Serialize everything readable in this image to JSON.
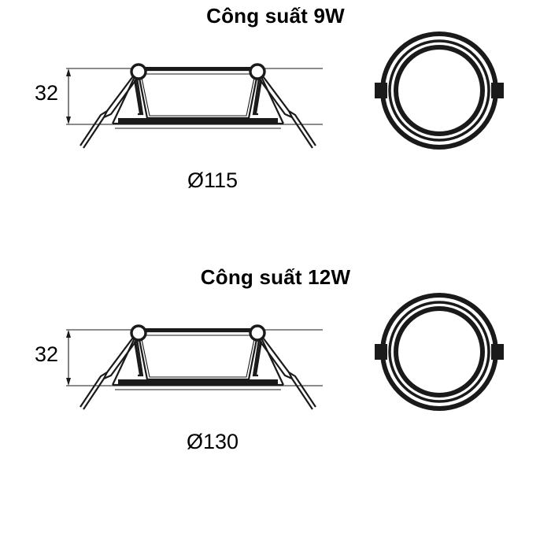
{
  "sheet": {
    "background_color": "#ffffff",
    "line_color": "#1a1a1a"
  },
  "variants": [
    {
      "id": "9w",
      "title": "Công suất 9W",
      "power_label": "9W",
      "height_dimension": "32",
      "diameter_label": "Ø115",
      "side_view_name": "cross-section side view",
      "plan_view_name": "circular plan view"
    },
    {
      "id": "12w",
      "title": "Công suất 12W",
      "power_label": "12W",
      "height_dimension": "32",
      "diameter_label": "Ø130",
      "side_view_name": "cross-section side view",
      "plan_view_name": "circular plan view"
    }
  ]
}
